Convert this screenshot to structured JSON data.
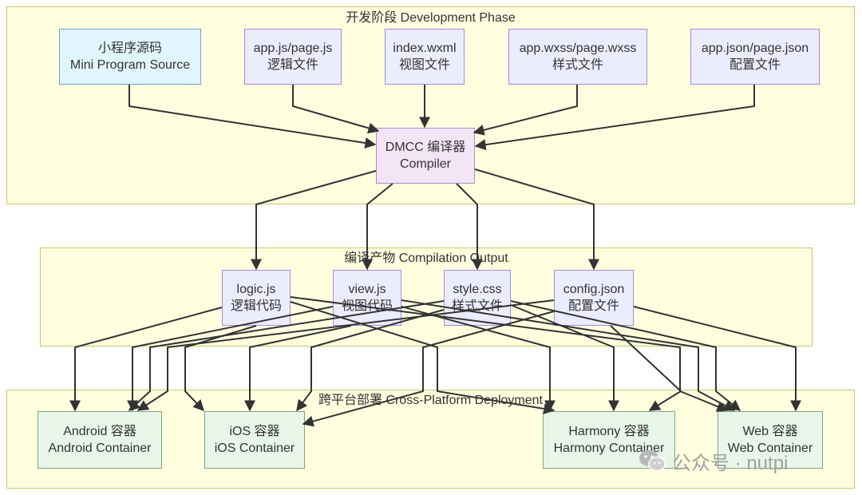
{
  "groups": {
    "dev": "开发阶段 Development Phase",
    "output": "编译产物 Compilation Output",
    "deploy": "跨平台部署 Cross-Platform Deployment"
  },
  "nodes": {
    "source": [
      "小程序源码",
      "Mini Program Source"
    ],
    "appjs": [
      "app.js/page.js",
      "逻辑文件"
    ],
    "wxml": [
      "index.wxml",
      "视图文件"
    ],
    "wxss": [
      "app.wxss/page.wxss",
      "样式文件"
    ],
    "json": [
      "app.json/page.json",
      "配置文件"
    ],
    "compiler": [
      "DMCC 编译器",
      "Compiler"
    ],
    "logic": [
      "logic.js",
      "逻辑代码"
    ],
    "view": [
      "view.js",
      "视图代码"
    ],
    "style": [
      "style.css",
      "样式文件"
    ],
    "config": [
      "config.json",
      "配置文件"
    ],
    "android": [
      "Android 容器",
      "Android Container"
    ],
    "ios": [
      "iOS 容器",
      "iOS Container"
    ],
    "harmony": [
      "Harmony 容器",
      "Harmony Container"
    ],
    "web": [
      "Web 容器",
      "Web Container"
    ]
  },
  "watermark": "公众号 · nutpi",
  "colors": {
    "group_fill": "#ffffe0",
    "node_fill": "#ececff",
    "source_fill": "#e1f5fe",
    "compiler_fill": "#f3e5f5",
    "container_fill": "#e8f5e9",
    "edge": "#333333"
  }
}
